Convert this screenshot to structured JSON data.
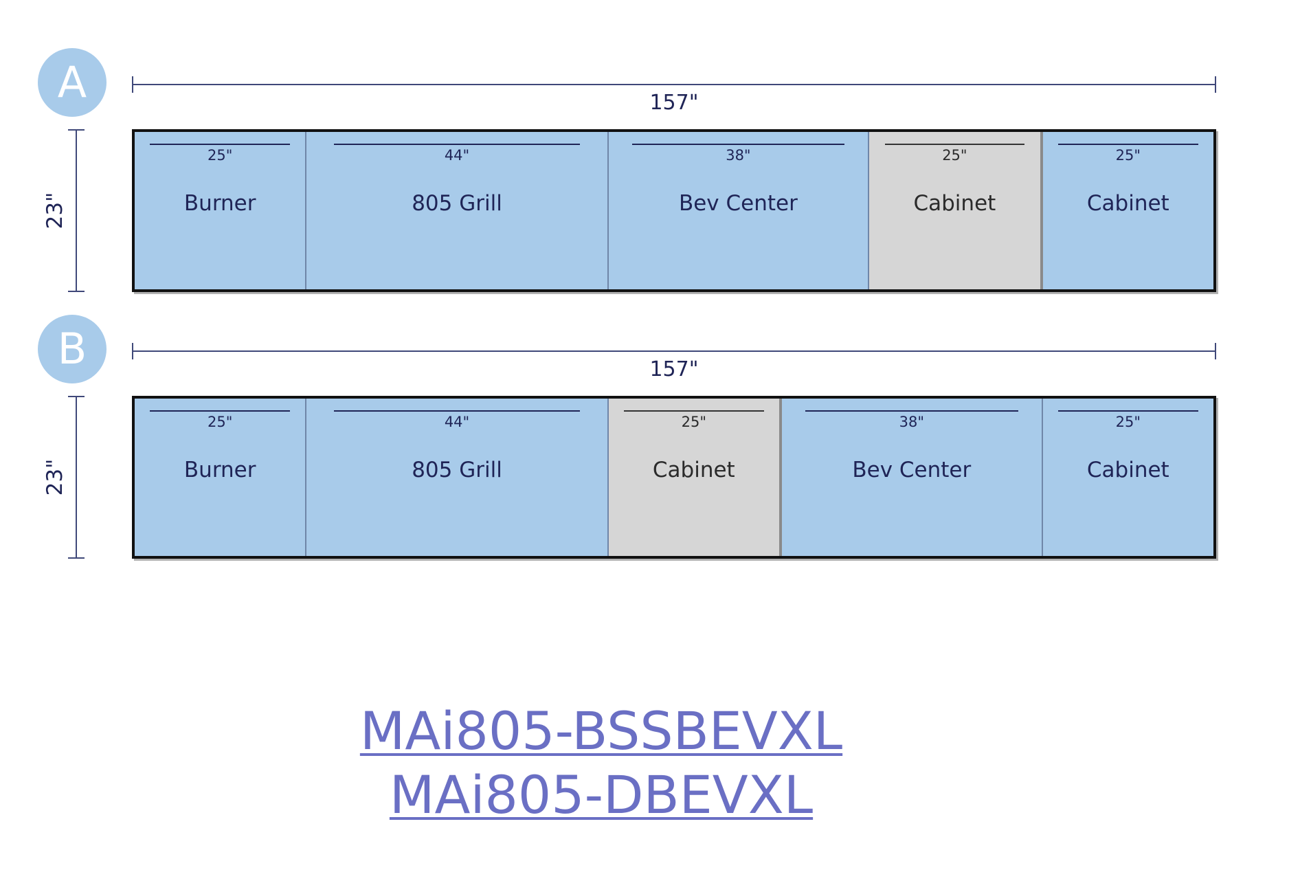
{
  "rows": [
    {
      "badge": "A",
      "overall_width": "157\"",
      "height": "23\"",
      "modules": [
        {
          "dim": "25\"",
          "name": "Burner",
          "color": "blue",
          "flex": 25
        },
        {
          "dim": "44\"",
          "name": "805 Grill",
          "color": "blue",
          "flex": 44
        },
        {
          "dim": "38\"",
          "name": "Bev Center",
          "color": "blue",
          "flex": 38
        },
        {
          "dim": "25\"",
          "name": "Cabinet",
          "color": "gray",
          "flex": 25
        },
        {
          "dim": "25\"",
          "name": "Cabinet",
          "color": "blue",
          "flex": 25
        }
      ]
    },
    {
      "badge": "B",
      "overall_width": "157\"",
      "height": "23\"",
      "modules": [
        {
          "dim": "25\"",
          "name": "Burner",
          "color": "blue",
          "flex": 25
        },
        {
          "dim": "44\"",
          "name": "805 Grill",
          "color": "blue",
          "flex": 44
        },
        {
          "dim": "25\"",
          "name": "Cabinet",
          "color": "gray",
          "flex": 25
        },
        {
          "dim": "38\"",
          "name": "Bev Center",
          "color": "blue",
          "flex": 38
        },
        {
          "dim": "25\"",
          "name": "Cabinet",
          "color": "blue",
          "flex": 25
        }
      ]
    }
  ],
  "links": [
    {
      "label": "MAi805-BSSBEVXL"
    },
    {
      "label": "MAi805-DBEVXL"
    }
  ],
  "colors": {
    "module_blue": "#a8cbea",
    "module_gray": "#d6d6d6",
    "text_navy": "#1f2456",
    "dimension_line": "#3f4879",
    "link": "#6a6fc4",
    "badge_fill": "#a8cbea",
    "badge_text": "#ffffff",
    "outline": "#111111"
  }
}
